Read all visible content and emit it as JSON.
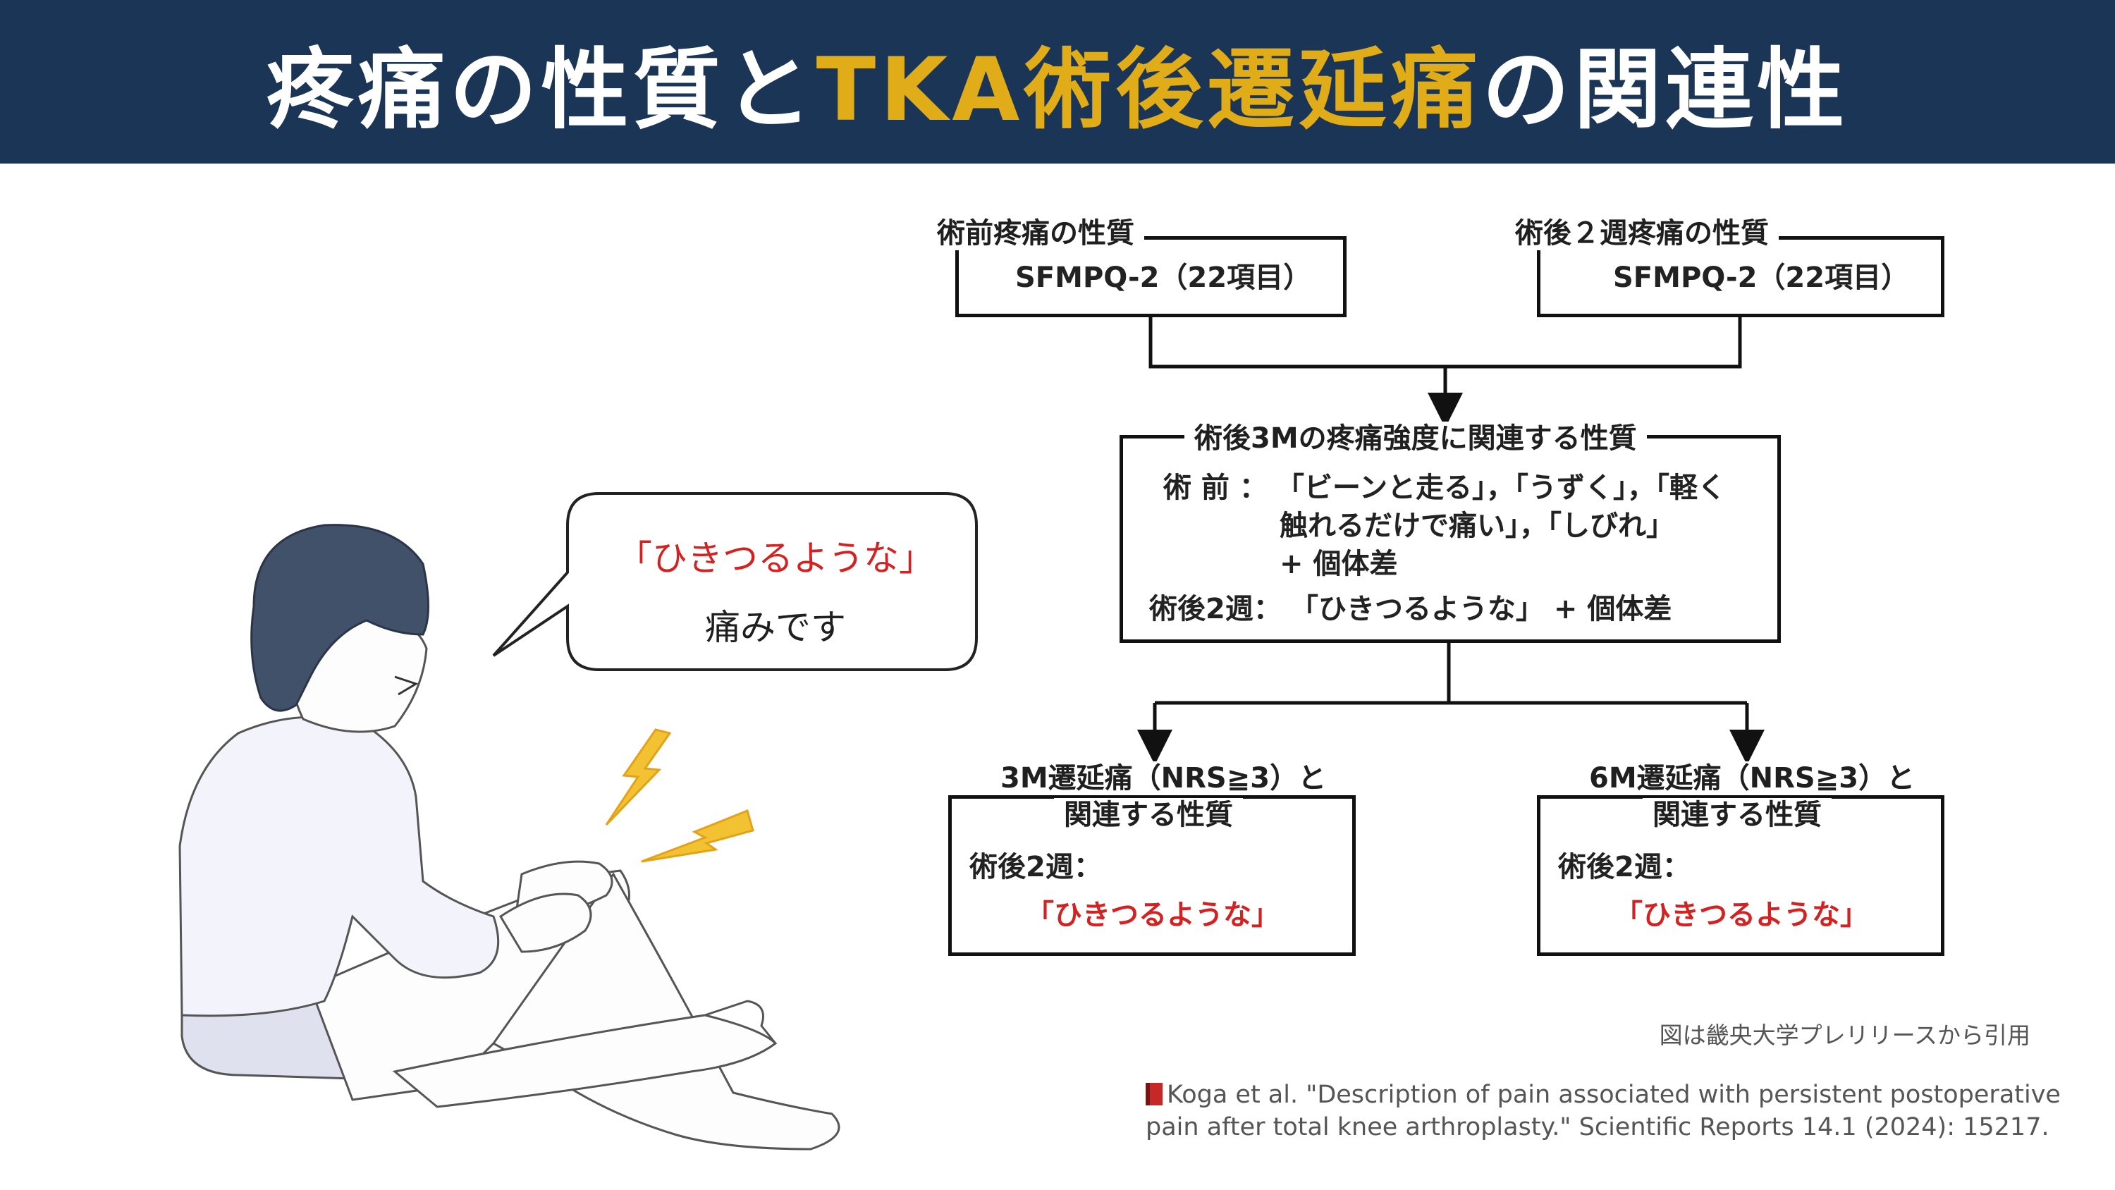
{
  "header": {
    "title_part1": "疼痛の性質と",
    "title_part2": "TKA術後遷延痛",
    "title_part3": "の関連性",
    "bg_color": "#1b3557",
    "highlight_color": "#e0ac17"
  },
  "speech_bubble": {
    "quote": "「ひきつるような」",
    "text": "痛みです"
  },
  "flowchart": {
    "preop": {
      "title": "術前疼痛の性質",
      "content": "SFMPQ-2（22項目）"
    },
    "postop": {
      "title": "術後２週疼痛の性質",
      "content": "SFMPQ-2（22項目）"
    },
    "middle": {
      "title": "術後3Mの疼痛強度に関連する性質",
      "preop_label": "術 前 ：",
      "preop_line1": "「ビーンと走る」，「うずく」，「軽く",
      "preop_line2": "触れるだけで痛い」，「しびれ」",
      "preop_line3": "+ 個体差",
      "postop_label": "術後2週：",
      "postop_text": "「ひきつるような」 + 個体差"
    },
    "left": {
      "title_line1": "3M遷延痛（NRS≧3）と",
      "title_line2": "関連する性質",
      "label": "術後2週：",
      "value": "「ひきつるような」"
    },
    "right": {
      "title_line1": "6M遷延痛（NRS≧3）と",
      "title_line2": "関連する性質",
      "label": "術後2週：",
      "value": "「ひきつるような」"
    }
  },
  "credit": "図は畿央大学プレリリースから引用",
  "citation": {
    "icon": "book-icon",
    "line1": "Koga et al. \"Description of pain associated with persistent postoperative",
    "line2": "pain after total knee arthroplasty.\" Scientific Reports 14.1 (2024): 15217."
  }
}
